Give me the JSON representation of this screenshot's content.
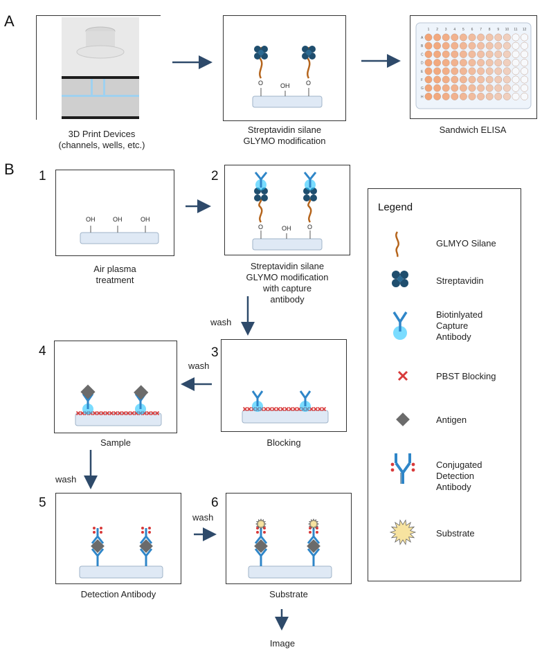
{
  "panels": {
    "a": "A",
    "b": "B"
  },
  "panel_a": {
    "captions": [
      "3D Print Devices\n(channels, wells, etc.)",
      "Streptavidin silane\nGLYMO modification",
      "Sandwich ELISA"
    ],
    "surface_labels": {
      "oh": "OH",
      "o": "O"
    },
    "plate_cols": [
      "1",
      "2",
      "3",
      "4",
      "5",
      "6",
      "7",
      "8",
      "9",
      "10",
      "11",
      "12"
    ],
    "plate_rows": [
      "A",
      "B",
      "C",
      "D",
      "E",
      "F",
      "G",
      "H"
    ]
  },
  "steps": {
    "s1": {
      "num": "1",
      "caption": "Air plasma\ntreatment"
    },
    "s2": {
      "num": "2",
      "caption": "Streptavidin silane\nGLYMO modification\nwith capture\nantibody"
    },
    "s3": {
      "num": "3",
      "caption": "Blocking"
    },
    "s4": {
      "num": "4",
      "caption": "Sample"
    },
    "s5": {
      "num": "5",
      "caption": "Detection Antibody"
    },
    "s6": {
      "num": "6",
      "caption": "Substrate"
    }
  },
  "wash_label": "wash",
  "image_label": "Image",
  "legend": {
    "title": "Legend",
    "items": [
      {
        "label": "GLMYO Silane",
        "icon": "silane-icon"
      },
      {
        "label": "Streptavidin",
        "icon": "streptavidin-icon"
      },
      {
        "label": "Biotinlyated\nCapture\nAntibody",
        "icon": "capture-antibody-icon"
      },
      {
        "label": "PBST Blocking",
        "icon": "blocking-x-icon"
      },
      {
        "label": "Antigen",
        "icon": "antigen-icon"
      },
      {
        "label": "Conjugated\nDetection\nAntibody",
        "icon": "detection-antibody-icon"
      },
      {
        "label": "Substrate",
        "icon": "substrate-icon"
      }
    ]
  },
  "colors": {
    "streptavidin": "#1f4e6e",
    "silane": "#b5651d",
    "antibody": "#2f86c8",
    "biotin_glow": "#22c4ff",
    "blocking": "#d83a3a",
    "antigen": "#6b6b6b",
    "substrate": "#f7e3a0",
    "slide": "#dfe9f5",
    "well_filled": "#f2a477",
    "arrow": "#2e4a6a"
  }
}
